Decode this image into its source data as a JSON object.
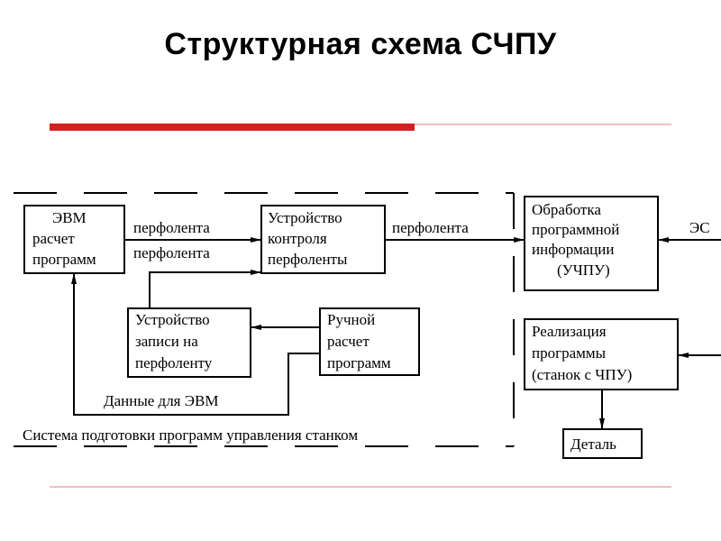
{
  "slide": {
    "title": "Структурная схема СЧПУ",
    "accent_color": "#d42020"
  },
  "diagram": {
    "boxes": {
      "evm": [
        "ЭВМ",
        "расчет",
        "программ"
      ],
      "control": [
        "Устройство",
        "контроля",
        "перфоленты"
      ],
      "processing": [
        "Обработка",
        "программной",
        "информации",
        "(УЧПУ)"
      ],
      "writer": [
        "Устройство",
        "записи на",
        "перфоленту"
      ],
      "manual": [
        "Ручной",
        "расчет",
        "программ"
      ],
      "implementation": [
        "Реализация",
        "программы",
        "(станок с ЧПУ)"
      ],
      "part": [
        "Деталь"
      ]
    },
    "labels": {
      "tape1": "перфолента",
      "tape2": "перфолента",
      "tape3": "перфолента",
      "es": "ЭС",
      "evm_data": "Данные для ЭВМ",
      "system": "Система подготовки программ управления станком"
    }
  }
}
